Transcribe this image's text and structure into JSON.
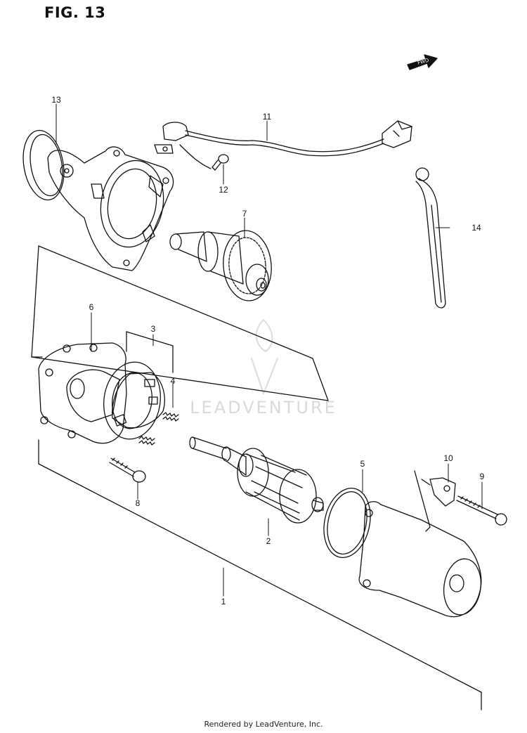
{
  "figure": {
    "title": "FIG. 13"
  },
  "arrow": {
    "label": "FWD"
  },
  "watermark": {
    "text": "LEADVENTURE"
  },
  "callouts": [
    {
      "id": "13",
      "label": "13"
    },
    {
      "id": "11",
      "label": "11"
    },
    {
      "id": "12",
      "label": "12"
    },
    {
      "id": "7",
      "label": "7"
    },
    {
      "id": "14",
      "label": "14"
    },
    {
      "id": "6",
      "label": "6"
    },
    {
      "id": "3",
      "label": "3"
    },
    {
      "id": "4",
      "label": "4"
    },
    {
      "id": "8",
      "label": "8"
    },
    {
      "id": "10",
      "label": "10"
    },
    {
      "id": "9",
      "label": "9"
    },
    {
      "id": "5",
      "label": "5"
    },
    {
      "id": "2",
      "label": "2"
    },
    {
      "id": "1",
      "label": "1"
    }
  ],
  "footer": {
    "text": "Rendered by LeadVenture, Inc."
  }
}
